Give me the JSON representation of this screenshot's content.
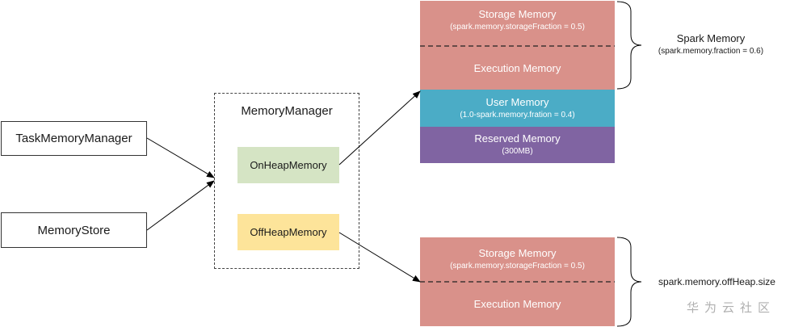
{
  "sources": {
    "task_memory_manager": "TaskMemoryManager",
    "memory_store": "MemoryStore"
  },
  "memory_manager": {
    "title": "MemoryManager",
    "on_heap": "OnHeapMemory",
    "off_heap": "OffHeapMemory"
  },
  "on_heap_layout": {
    "storage": {
      "label": "Storage Memory",
      "config": "(spark.memory.storageFraction = 0.5)"
    },
    "execution": {
      "label": "Execution Memory"
    },
    "user": {
      "label": "User Memory",
      "config": "(1.0-spark.memory.fration = 0.4)"
    },
    "reserved": {
      "label": "Reserved Memory",
      "config": "(300MB)"
    },
    "spark_memory": {
      "label": "Spark Memory",
      "config": "(spark.memory.fraction = 0.6)"
    }
  },
  "off_heap_layout": {
    "storage": {
      "label": "Storage Memory",
      "config": "(spark.memory.storageFraction = 0.5)"
    },
    "execution": {
      "label": "Execution Memory"
    },
    "size_label": "spark.memory.offHeap.size"
  },
  "watermark": "华为云社区",
  "colors": {
    "on_heap_fill": "#d5e4c4",
    "off_heap_fill": "#fde49a",
    "storage_execution": "#d9918a",
    "user_memory": "#4bacc6",
    "reserved_memory": "#8064a2"
  }
}
